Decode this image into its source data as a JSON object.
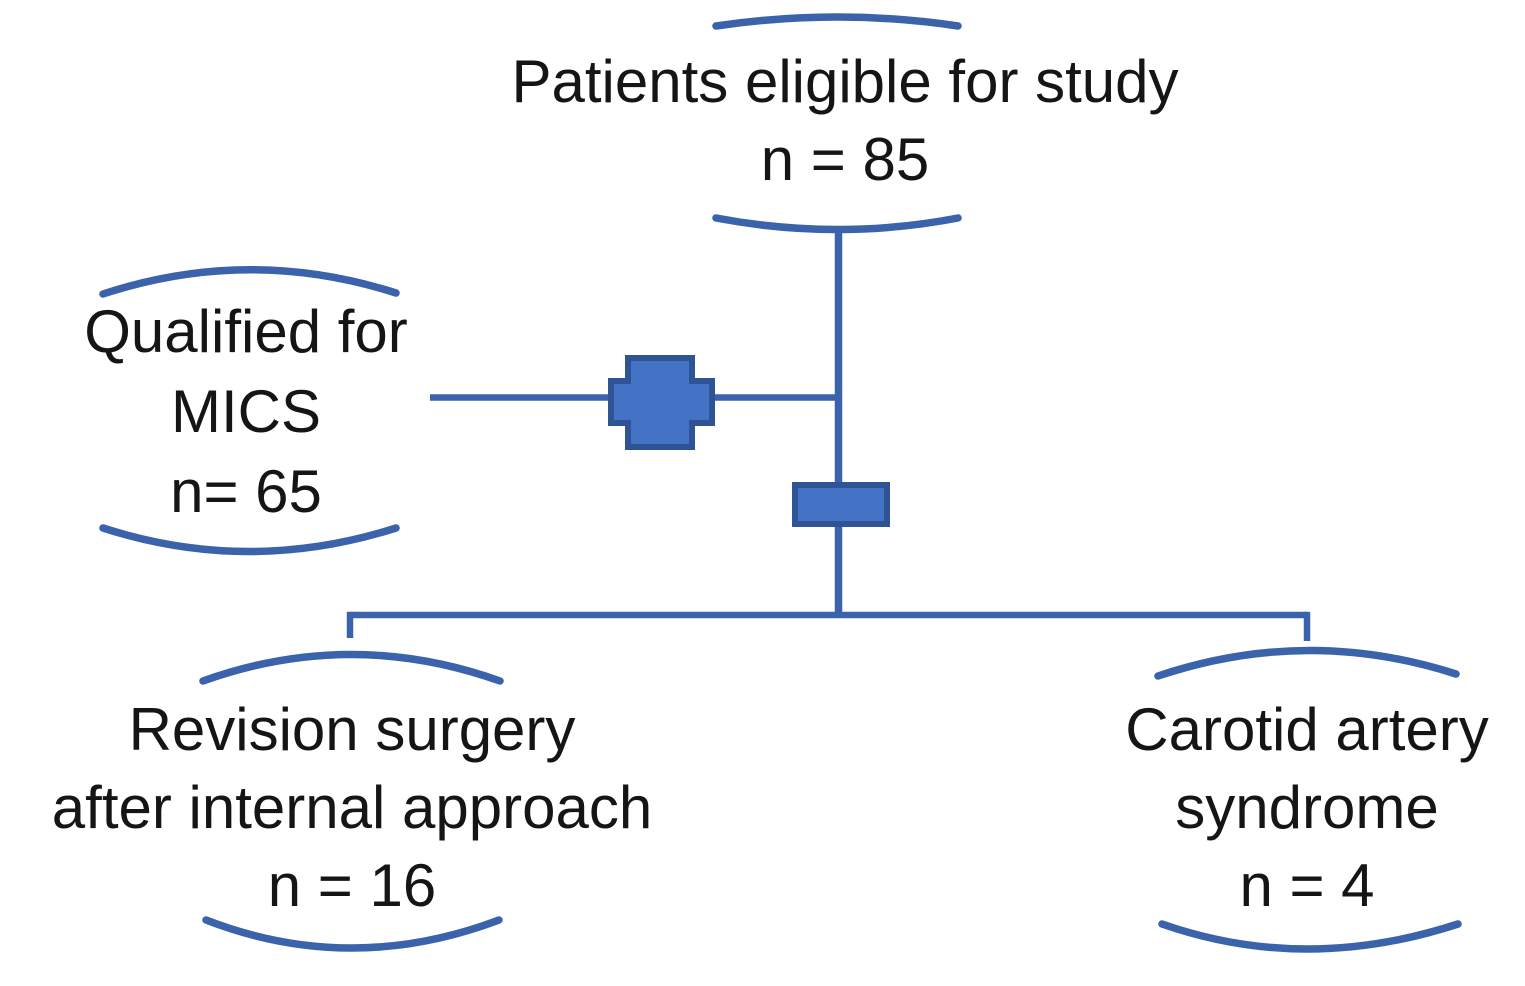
{
  "diagram": {
    "type": "study-flowchart",
    "colors": {
      "line": "#3a63ab",
      "shape_fill": "#4472c4",
      "shape_stroke": "#2f5496",
      "text": "#151515",
      "background": "#ffffff"
    },
    "nodes": {
      "eligible": {
        "lines": [
          "Patients eligible for study",
          "n = 85"
        ],
        "n": 85
      },
      "qualified": {
        "lines": [
          "Qualified for",
          "MICS",
          "n= 65"
        ],
        "n": 65
      },
      "revision": {
        "lines": [
          "Revision surgery",
          "after internal approach",
          "n = 16"
        ],
        "n": 16
      },
      "carotid": {
        "lines": [
          "Carotid artery",
          "syndrome",
          "n = 4"
        ],
        "n": 4
      }
    },
    "connector_shapes": {
      "cross": "plus-shape-on-left-connector",
      "rectangle": "rectangle-on-vertical-connector"
    }
  }
}
